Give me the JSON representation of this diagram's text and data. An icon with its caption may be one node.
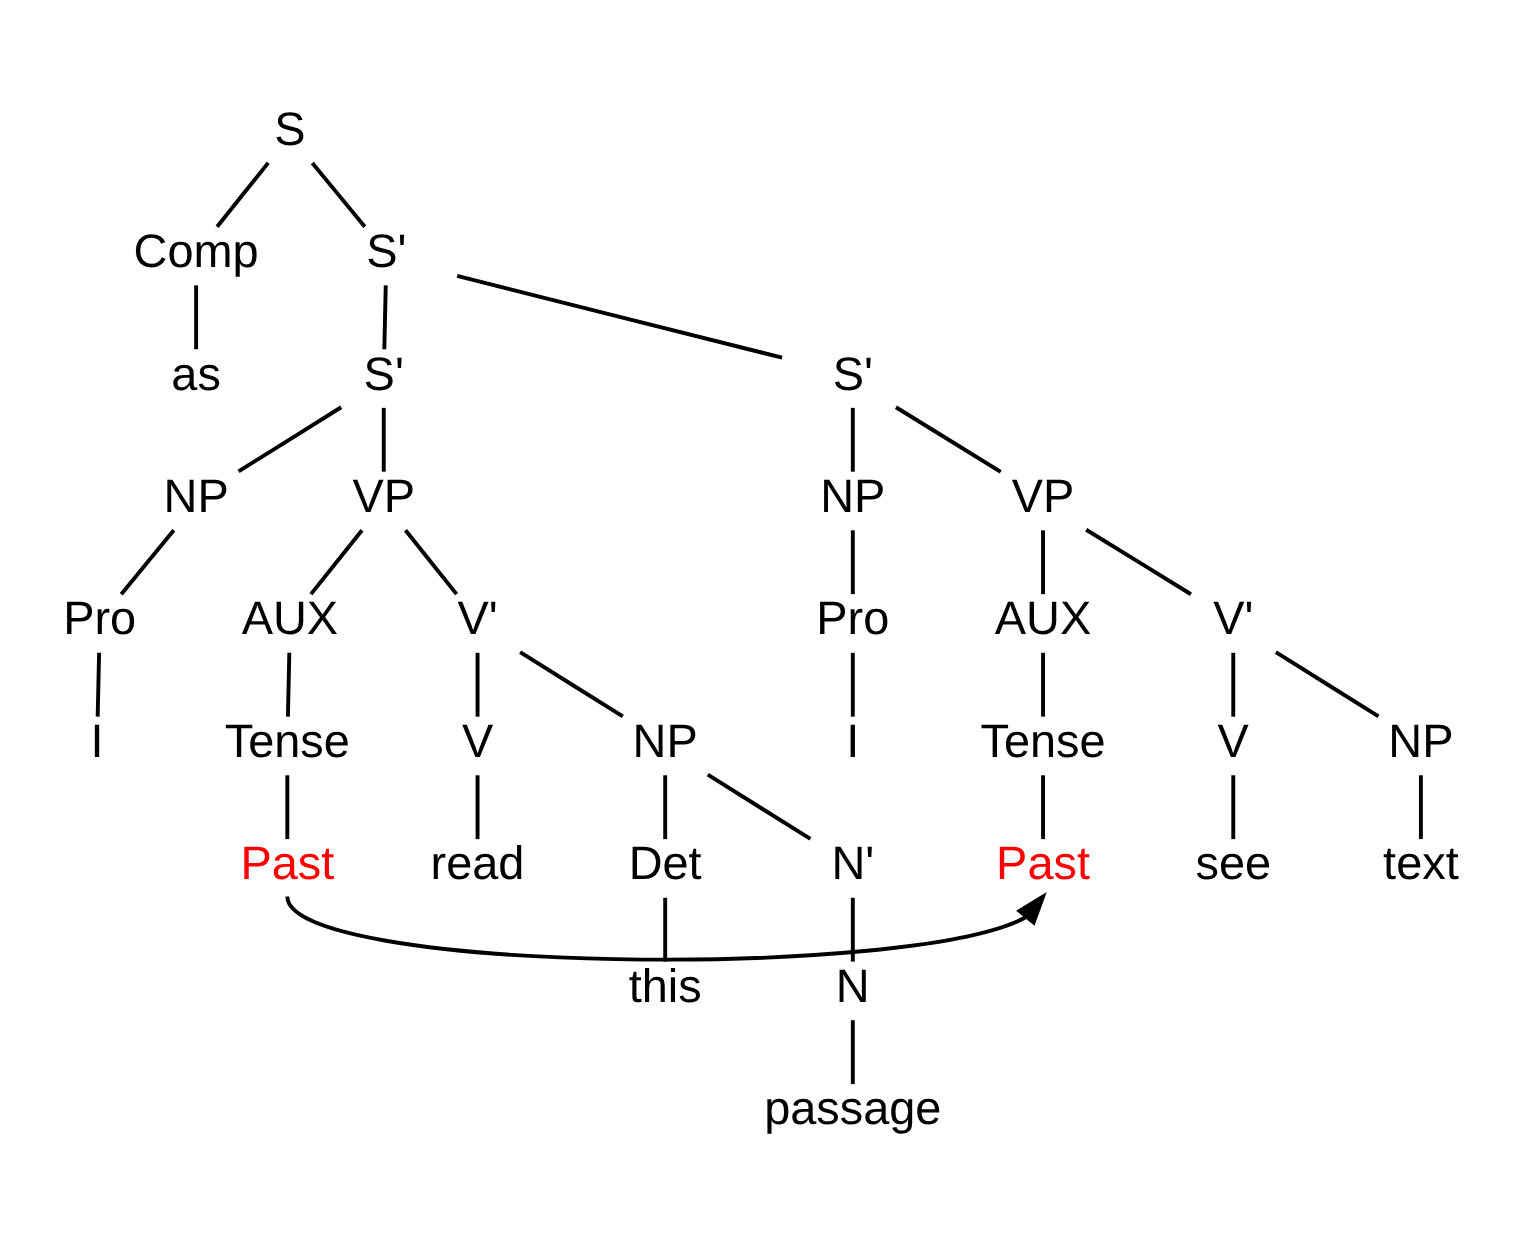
{
  "diagram": {
    "nodes": [
      {
        "text": [
          "S"
        ]
      },
      {
        "text": [
          "Comp"
        ]
      },
      {
        "text": [
          "S'"
        ]
      },
      {
        "text": [
          "as"
        ]
      },
      {
        "text": [
          "S'"
        ]
      },
      {
        "text": [
          "S'"
        ]
      },
      {
        "text": [
          "NP"
        ]
      },
      {
        "text": [
          "VP"
        ]
      },
      {
        "text": [
          "NP"
        ]
      },
      {
        "text": [
          "VP"
        ]
      },
      {
        "text": [
          "Pro"
        ]
      },
      {
        "text": [
          "AUX"
        ]
      },
      {
        "text": [
          "V'"
        ]
      },
      {
        "text": [
          "Pro"
        ]
      },
      {
        "text": [
          "AUX"
        ]
      },
      {
        "text": [
          "V'"
        ]
      },
      {
        "text": [
          "I"
        ]
      },
      {
        "text": [
          "Tense"
        ]
      },
      {
        "text": [
          "V"
        ]
      },
      {
        "text": [
          "NP"
        ]
      },
      {
        "text": [
          "I"
        ]
      },
      {
        "text": [
          "Tense"
        ]
      },
      {
        "text": [
          "V"
        ]
      },
      {
        "text": [
          "NP"
        ]
      },
      {
        "text": [
          "Past"
        ]
      },
      {
        "text": [
          "read"
        ]
      },
      {
        "text": [
          "Det"
        ]
      },
      {
        "text": [
          "N'"
        ]
      },
      {
        "text": [
          "Past"
        ]
      },
      {
        "text": [
          "see"
        ]
      },
      {
        "text": [
          "text"
        ]
      },
      {
        "text": [
          "this"
        ]
      },
      {
        "text": [
          "N"
        ]
      },
      {
        "text": [
          "passage"
        ]
      }
    ],
    "edges": [
      {
        "from": 0,
        "to": 1,
        "arrow": "none"
      },
      {
        "from": 0,
        "to": 2,
        "arrow": "none"
      },
      {
        "from": 1,
        "to": 3,
        "arrow": "none"
      },
      {
        "from": 2,
        "to": 4,
        "arrow": "none"
      },
      {
        "from": 2,
        "to": 5,
        "arrow": "none"
      },
      {
        "from": 4,
        "to": 6,
        "arrow": "none"
      },
      {
        "from": 4,
        "to": 7,
        "arrow": "none"
      },
      {
        "from": 5,
        "to": 8,
        "arrow": "none"
      },
      {
        "from": 5,
        "to": 9,
        "arrow": "none"
      },
      {
        "from": 6,
        "to": 10,
        "arrow": "none"
      },
      {
        "from": 7,
        "to": 11,
        "arrow": "none"
      },
      {
        "from": 7,
        "to": 12,
        "arrow": "none"
      },
      {
        "from": 8,
        "to": 13,
        "arrow": "none"
      },
      {
        "from": 9,
        "to": 14,
        "arrow": "none"
      },
      {
        "from": 9,
        "to": 15,
        "arrow": "none"
      },
      {
        "from": 10,
        "to": 16,
        "arrow": "none"
      },
      {
        "from": 11,
        "to": 17,
        "arrow": "none"
      },
      {
        "from": 12,
        "to": 18,
        "arrow": "none"
      },
      {
        "from": 12,
        "to": 19,
        "arrow": "none"
      },
      {
        "from": 13,
        "to": 20,
        "arrow": "none"
      },
      {
        "from": 14,
        "to": 21,
        "arrow": "none"
      },
      {
        "from": 15,
        "to": 22,
        "arrow": "none"
      },
      {
        "from": 15,
        "to": 23,
        "arrow": "none"
      },
      {
        "from": 17,
        "to": 24,
        "arrow": "none"
      },
      {
        "from": 18,
        "to": 25,
        "arrow": "none"
      },
      {
        "from": 19,
        "to": 26,
        "arrow": "none"
      },
      {
        "from": 19,
        "to": 27,
        "arrow": "none"
      },
      {
        "from": 21,
        "to": 28,
        "arrow": "none"
      },
      {
        "from": 22,
        "to": 29,
        "arrow": "none"
      },
      {
        "from": 23,
        "to": 30,
        "arrow": "none"
      },
      {
        "from": 26,
        "to": 31,
        "arrow": "none"
      },
      {
        "from": 27,
        "to": 32,
        "arrow": "none"
      },
      {
        "from": 32,
        "to": 33,
        "arrow": "none"
      },
      {
        "from": 24,
        "to": 28,
        "arrow": "to"
      }
    ]
  }
}
